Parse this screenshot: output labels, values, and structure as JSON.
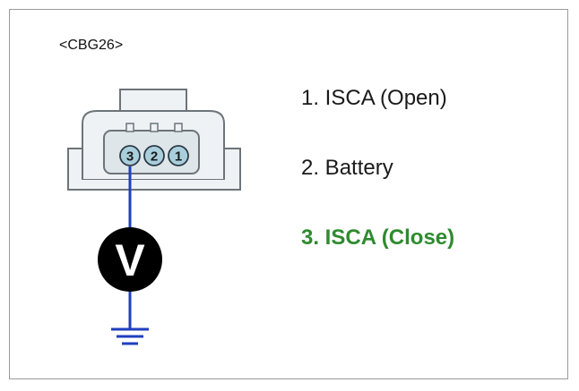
{
  "connector": {
    "code": "<CBG26>",
    "pins": [
      "3",
      "2",
      "1"
    ],
    "measured_pin": "3"
  },
  "meter": {
    "symbol": "V"
  },
  "legend": {
    "items": [
      {
        "label": "1. ISCA (Open)",
        "highlight": false
      },
      {
        "label": "2. Battery",
        "highlight": false
      },
      {
        "label": "3. ISCA (Close)",
        "highlight": true
      }
    ]
  },
  "colors": {
    "wire": "#1f3fbf",
    "highlight_text": "#2e8b2e",
    "pin_fill": "#a9cfdc",
    "connector_fill": "#eef2f4"
  }
}
